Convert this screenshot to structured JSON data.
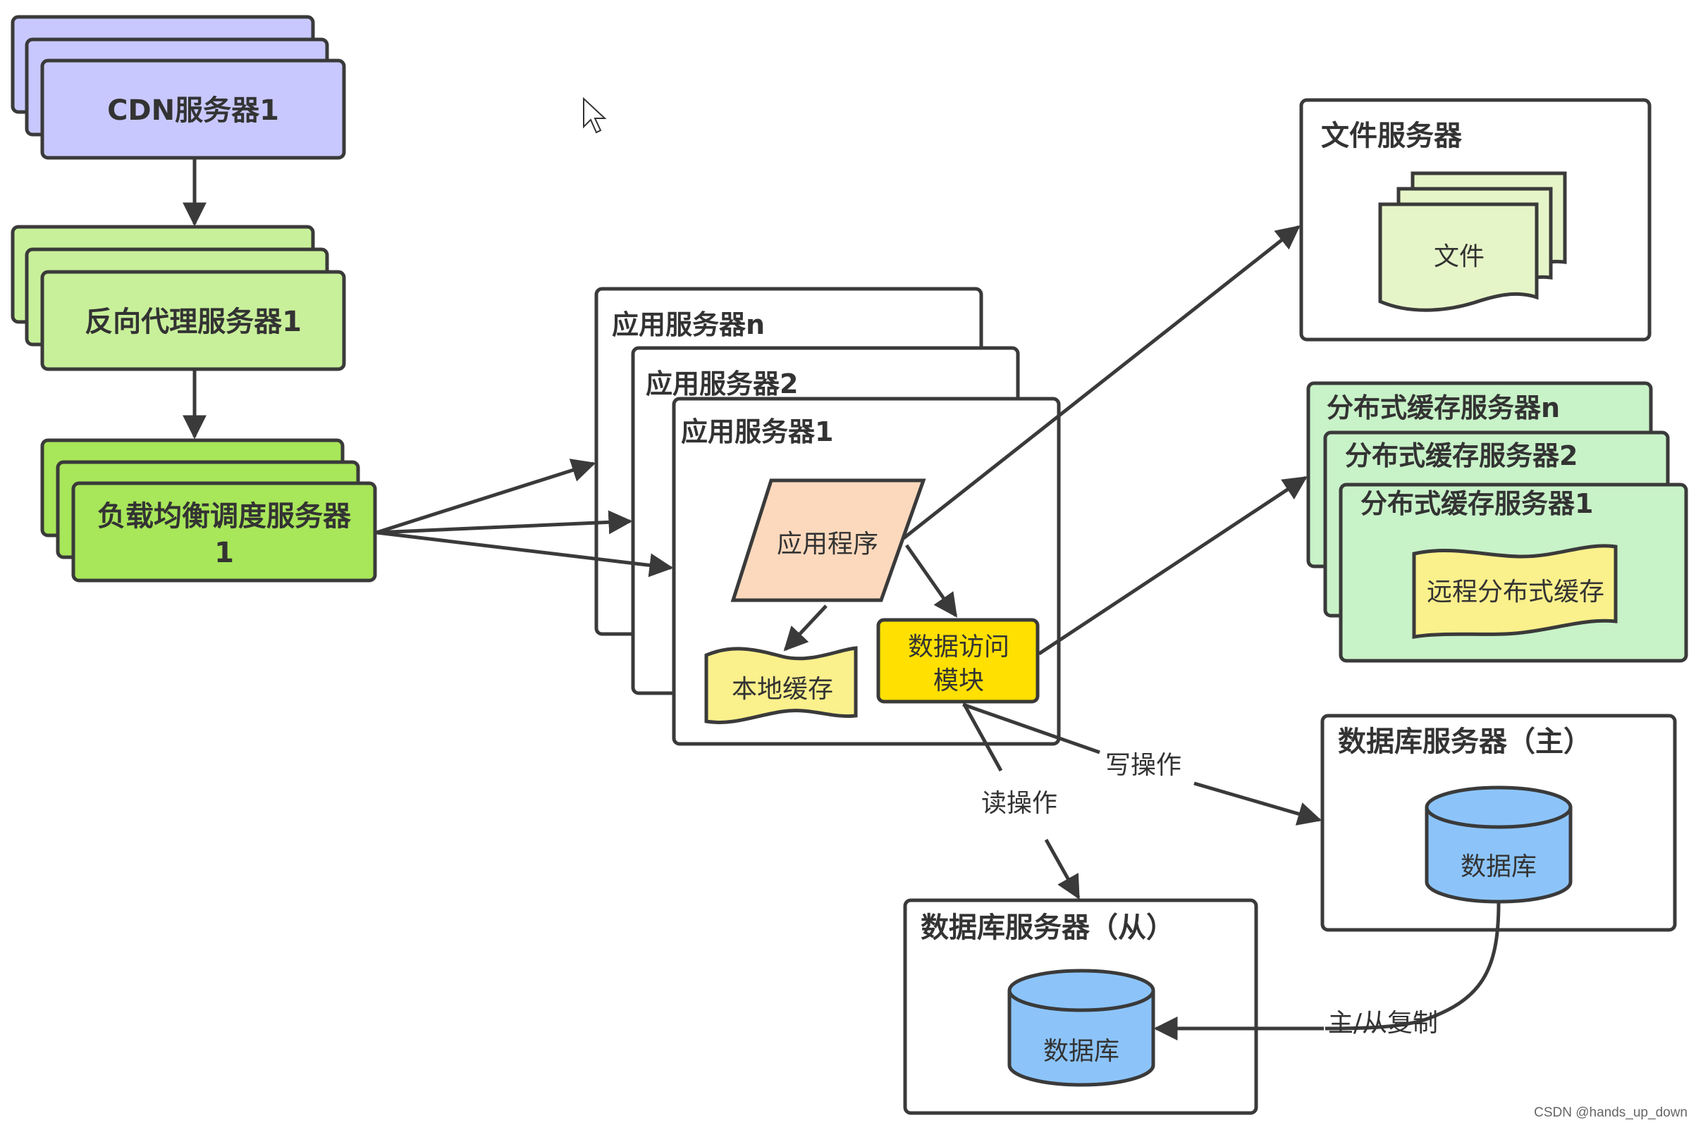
{
  "nodes": {
    "cdn": "CDN服务器1",
    "reverse_proxy": "反向代理服务器1",
    "load_balancer_line1": "负载均衡调度服务器",
    "load_balancer_line2": "1",
    "app_server_n": "应用服务器n",
    "app_server_2": "应用服务器2",
    "app_server_1": "应用服务器1",
    "app_program": "应用程序",
    "local_cache": "本地缓存",
    "data_access_line1": "数据访问",
    "data_access_line2": "模块",
    "file_server": "文件服务器",
    "file": "文件",
    "dist_cache_n": "分布式缓存服务器n",
    "dist_cache_2": "分布式缓存服务器2",
    "dist_cache_1": "分布式缓存服务器1",
    "remote_cache": "远程分布式缓存",
    "db_master_server": "数据库服务器（主）",
    "db_master": "数据库",
    "db_slave_server": "数据库服务器（从）",
    "db_slave": "数据库"
  },
  "edges": {
    "write_op": "写操作",
    "read_op": "读操作",
    "replication": "主/从复制"
  },
  "colors": {
    "cdn": "#c8c8ff",
    "reverse_proxy": "#c8f09a",
    "load_balancer": "#a8e65a",
    "app_program": "#fcd9bd",
    "local_cache": "#faf08c",
    "data_access": "#ffe000",
    "file": "#e6f5c8",
    "dist_cache": "#c8f2c8",
    "remote_cache": "#faf08c",
    "database": "#8cc4fa",
    "stroke": "#3a3a3a"
  },
  "watermark": "CSDN @hands_up_down"
}
